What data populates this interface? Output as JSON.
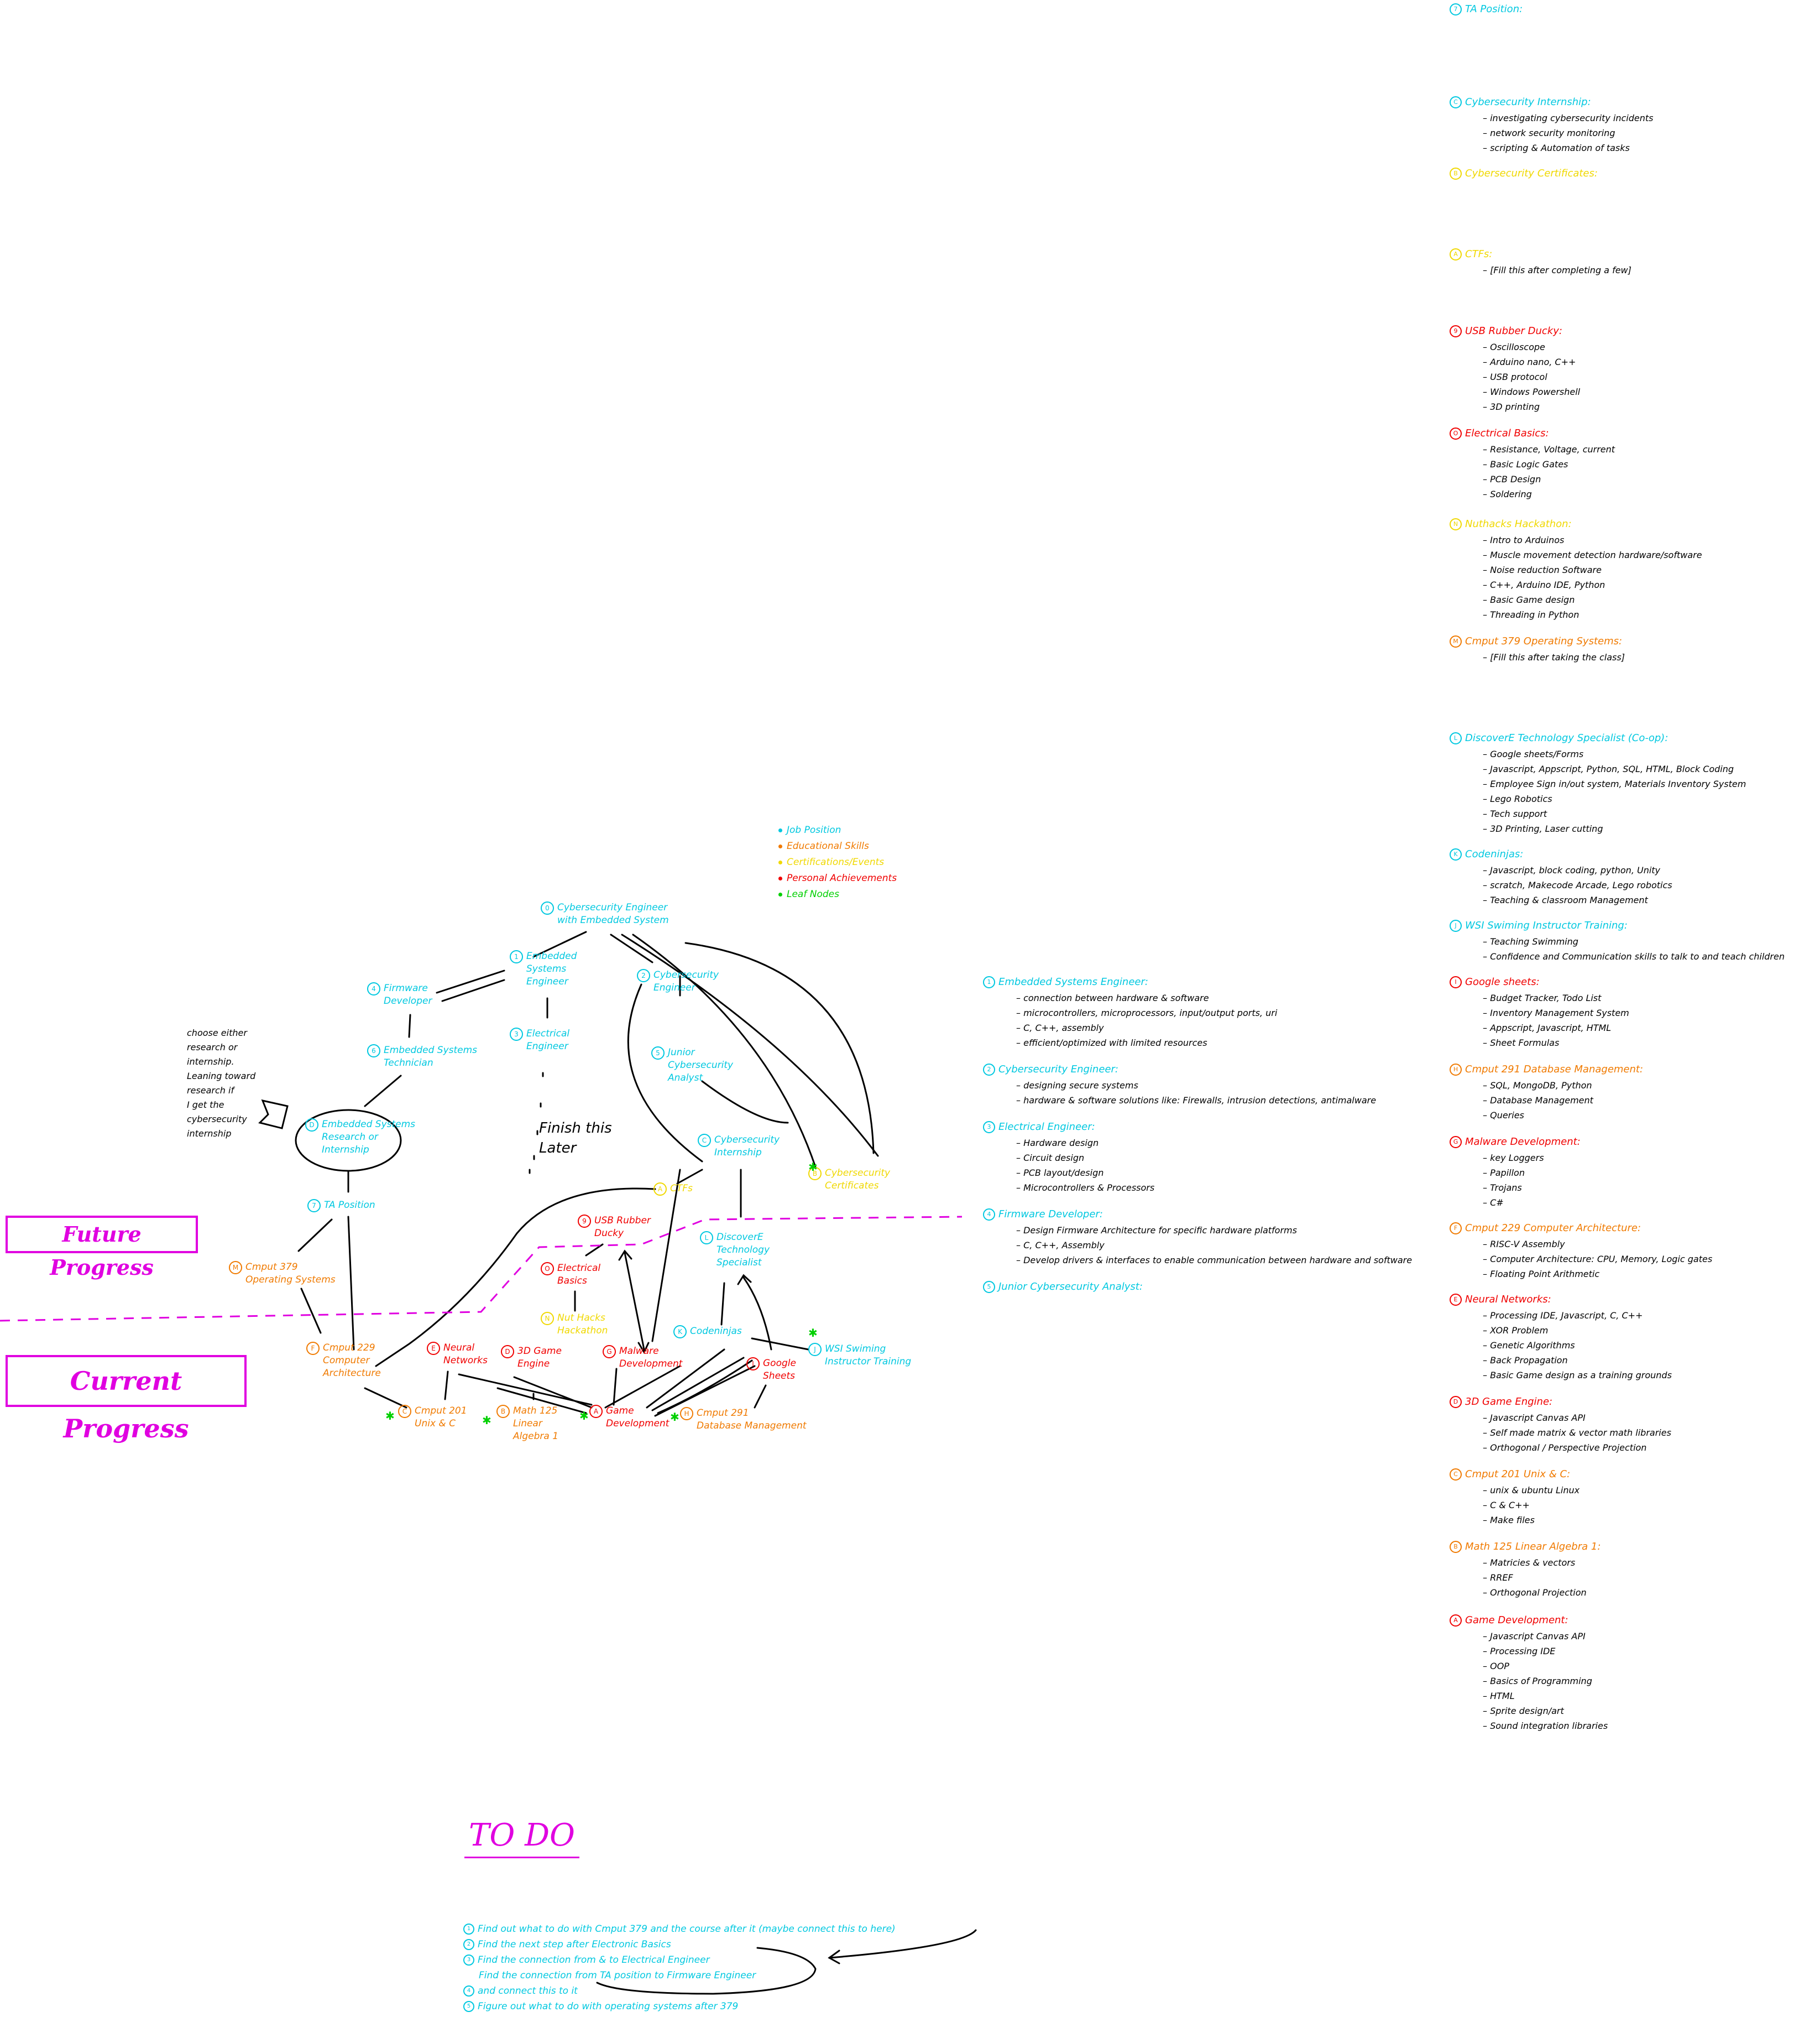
{
  "legend": [
    {
      "text": "Job Position",
      "color": "#00c8e0"
    },
    {
      "text": "Educational Skills",
      "color": "#f07a00"
    },
    {
      "text": "Certifications/Events",
      "color": "#f0d800"
    },
    {
      "text": "Personal Achievements",
      "color": "#f00000"
    },
    {
      "text": "Leaf Nodes",
      "color": "#00d000"
    }
  ],
  "sections": {
    "future": "Future Progress",
    "current": "Current Progress"
  },
  "nodes": {
    "cyber_embedded": {
      "num": "0",
      "text": "Cybersecurity Engineer\nwith Embedded System"
    },
    "embedded_eng": {
      "num": "1",
      "text": "Embedded\nSystems\nEngineer"
    },
    "firmware_dev": {
      "num": "4",
      "text": "Firmware\nDeveloper"
    },
    "cyber_eng": {
      "num": "2",
      "text": "Cybersecurity\nEngineer"
    },
    "electrical_eng": {
      "num": "3",
      "text": "Electrical\nEngineer"
    },
    "emb_tech": {
      "num": "6",
      "text": "Embedded Systems\nTechnician"
    },
    "junior_cyber": {
      "num": "5",
      "text": "Junior\nCybersecurity\nAnalyst"
    },
    "emb_research": {
      "num": "D",
      "text": "Embedded Systems\nResearch or\nInternship"
    },
    "cyber_intern": {
      "num": "C",
      "text": "Cybersecurity\nInternship"
    },
    "cyber_cert": {
      "num": "B",
      "text": "Cybersecurity\nCertificates"
    },
    "ctfs": {
      "num": "A",
      "text": "CTFs"
    },
    "ta_position": {
      "num": "7",
      "text": "TA Position"
    },
    "usb_ducky": {
      "num": "9",
      "text": "USB Rubber\nDucky"
    },
    "electrical_basics": {
      "num": "O",
      "text": "Electrical\nBasics"
    },
    "discovere": {
      "num": "L",
      "text": "DiscoverE\nTechnology\nSpecialist"
    },
    "cmput379": {
      "num": "M",
      "text": "Cmput 379\nOperating Systems"
    },
    "nuthacks": {
      "num": "N",
      "text": "Nut Hacks\nHackathon"
    },
    "codeninjas": {
      "num": "K",
      "text": "Codeninjas"
    },
    "wsi": {
      "num": "J",
      "text": "WSI Swiming\nInstructor Training"
    },
    "cmput229": {
      "num": "F",
      "text": "Cmput 229\nComputer\nArchitecture"
    },
    "neural": {
      "num": "E",
      "text": "Neural\nNetworks"
    },
    "game3d": {
      "num": "D",
      "text": "3D Game\nEngine"
    },
    "malware": {
      "num": "G",
      "text": "Malware\nDevelopment"
    },
    "gsheets": {
      "num": "I",
      "text": "Google\nSheets"
    },
    "cmput201": {
      "num": "C",
      "text": "Cmput 201\nUnix & C"
    },
    "math125": {
      "num": "B",
      "text": "Math 125\nLinear\nAlgebra 1"
    },
    "gamedev": {
      "num": "A",
      "text": "Game\nDevelopment"
    },
    "cmput291": {
      "num": "H",
      "text": "Cmput 291\nDatabase Management"
    }
  },
  "notes": {
    "choose": "choose either\nresearch or\ninternship.\nLeaning toward\nresearch if\nI get the\ncybersecurity\ninternship",
    "finish": "Finish this\nLater"
  },
  "details_mid": [
    {
      "num": "1",
      "title": "Embedded Systems Engineer:",
      "color": "#00c8e0",
      "items": [
        "connection between hardware & software",
        "microcontrollers, microprocessors, input/output ports, uri",
        "C, C++, assembly",
        "efficient/optimized with limited resources"
      ]
    },
    {
      "num": "2",
      "title": "Cybersecurity Engineer:",
      "color": "#00c8e0",
      "items": [
        "designing secure systems",
        "hardware & software solutions like: Firewalls, intrusion detections, antimalware"
      ]
    },
    {
      "num": "3",
      "title": "Electrical Engineer:",
      "color": "#00c8e0",
      "items": [
        "Hardware design",
        "Circuit design",
        "PCB layout/design",
        "Microcontrollers & Processors"
      ]
    },
    {
      "num": "4",
      "title": "Firmware Developer:",
      "color": "#00c8e0",
      "items": [
        "Design Firmware Architecture for specific hardware platforms",
        "C, C++, Assembly",
        "Develop drivers & interfaces to enable communication between hardware and software"
      ]
    },
    {
      "num": "5",
      "title": "Junior Cybersecurity Analyst:",
      "color": "#00c8e0",
      "items": []
    }
  ],
  "details_right": [
    {
      "num": "7",
      "title": "TA Position:",
      "color": "#00c8e0",
      "items": []
    },
    {
      "num": "C",
      "title": "Cybersecurity Internship:",
      "color": "#00c8e0",
      "items": [
        "investigating cybersecurity incidents",
        "network security monitoring",
        "scripting & Automation of tasks"
      ]
    },
    {
      "num": "B",
      "title": "Cybersecurity Certificates:",
      "color": "#f0d800",
      "items": []
    },
    {
      "num": "A",
      "title": "CTFs:",
      "color": "#f0d800",
      "items": [
        "[Fill this after completing a few]"
      ]
    },
    {
      "num": "9",
      "title": "USB Rubber Ducky:",
      "color": "#f00000",
      "items": [
        "Oscilloscope",
        "Arduino nano, C++",
        "USB protocol",
        "Windows Powershell",
        "3D printing"
      ]
    },
    {
      "num": "O",
      "title": "Electrical Basics:",
      "color": "#f00000",
      "items": [
        "Resistance, Voltage, current",
        "Basic Logic Gates",
        "PCB Design",
        "Soldering"
      ]
    },
    {
      "num": "N",
      "title": "Nuthacks Hackathon:",
      "color": "#f0d800",
      "items": [
        "Intro to Arduinos",
        "Muscle movement detection hardware/software",
        "Noise reduction Software",
        "C++, Arduino IDE, Python",
        "Basic Game design",
        "Threading in Python"
      ]
    },
    {
      "num": "M",
      "title": "Cmput 379 Operating Systems:",
      "color": "#f07a00",
      "items": [
        "[Fill this after taking the class]"
      ]
    },
    {
      "num": "L",
      "title": "DiscoverE Technology Specialist (Co-op):",
      "color": "#00c8e0",
      "items": [
        "Google sheets/Forms",
        "Javascript, Appscript, Python, SQL, HTML, Block Coding",
        "Employee Sign in/out system, Materials Inventory System",
        "Lego Robotics",
        "Tech support",
        "3D Printing, Laser cutting"
      ]
    },
    {
      "num": "K",
      "title": "Codeninjas:",
      "color": "#00c8e0",
      "items": [
        "Javascript, block coding, python, Unity",
        "scratch, Makecode Arcade, Lego robotics",
        "Teaching & classroom Management"
      ]
    },
    {
      "num": "J",
      "title": "WSI Swiming Instructor Training:",
      "color": "#00c8e0",
      "items": [
        "Teaching Swimming",
        "Confidence and Communication skills to talk to and teach children"
      ]
    },
    {
      "num": "I",
      "title": "Google sheets:",
      "color": "#f00000",
      "items": [
        "Budget Tracker, Todo List",
        "Inventory Management System",
        "Appscript, Javascript, HTML",
        "Sheet Formulas"
      ]
    },
    {
      "num": "H",
      "title": "Cmput 291 Database Management:",
      "color": "#f07a00",
      "items": [
        "SQL, MongoDB, Python",
        "Database Management",
        "Queries"
      ]
    },
    {
      "num": "G",
      "title": "Malware Development:",
      "color": "#f00000",
      "items": [
        "key Loggers",
        "Papillon",
        "Trojans",
        "C#"
      ]
    },
    {
      "num": "F",
      "title": "Cmput 229 Computer Architecture:",
      "color": "#f07a00",
      "items": [
        "RISC-V Assembly",
        "Computer Architecture: CPU, Memory, Logic gates",
        "Floating Point Arithmetic"
      ]
    },
    {
      "num": "E",
      "title": "Neural Networks:",
      "color": "#f00000",
      "items": [
        "Processing IDE, Javascript, C, C++",
        "XOR Problem",
        "Genetic Algorithms",
        "Back Propagation",
        "Basic Game design as a training grounds"
      ]
    },
    {
      "num": "D",
      "title": "3D Game Engine:",
      "color": "#f00000",
      "items": [
        "Javascript Canvas API",
        "Self made matrix & vector math libraries",
        "Orthogonal / Perspective Projection"
      ]
    },
    {
      "num": "C",
      "title": "Cmput 201 Unix & C:",
      "color": "#f07a00",
      "items": [
        "unix & ubuntu Linux",
        "C & C++",
        "Make files"
      ]
    },
    {
      "num": "B",
      "title": "Math 125 Linear Algebra 1:",
      "color": "#f07a00",
      "items": [
        "Matricies & vectors",
        "RREF",
        "Orthogonal Projection"
      ]
    },
    {
      "num": "A",
      "title": "Game Development:",
      "color": "#f00000",
      "items": [
        "Javascript Canvas API",
        "Processing IDE",
        "OOP",
        "Basics of Programming",
        "HTML",
        "Sprite design/art",
        "Sound integration libraries"
      ]
    }
  ],
  "todo": {
    "title": "TO DO",
    "items": [
      {
        "num": "1",
        "text": "Find out what to do with Cmput 379 and the course after it (maybe connect this to here)"
      },
      {
        "num": "2",
        "text": "Find the next step after Electronic Basics"
      },
      {
        "num": "3",
        "text": "Find the connection from & to Electrical Engineer"
      },
      {
        "num": "",
        "text": "Find the connection from TA position to Firmware Engineer"
      },
      {
        "num": "4",
        "text": "and connect this to it"
      },
      {
        "num": "5",
        "text": "Figure out what to do with operating systems after 379"
      }
    ]
  }
}
